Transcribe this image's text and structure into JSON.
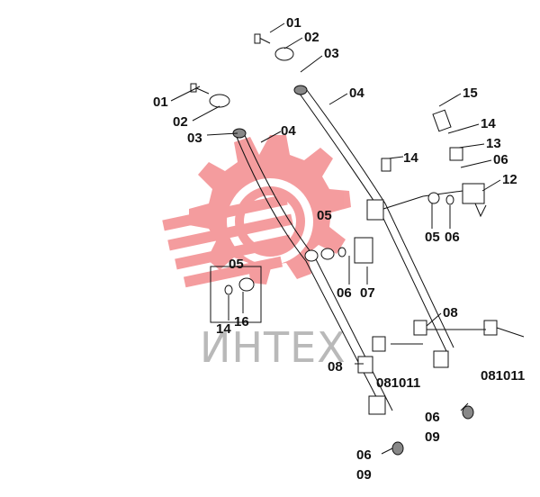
{
  "watermark": {
    "text": "ИНТЕХ",
    "logo_color": "#e8262b",
    "text_color": "#b9b9b9"
  },
  "callouts": {
    "c01_top": "01",
    "c02_top": "02",
    "c03_top": "03",
    "c04_right": "04",
    "c15": "15",
    "c14_right": "14",
    "c13": "13",
    "c06_right": "06",
    "c12": "12",
    "c01_left": "01",
    "c02_left": "02",
    "c03_left": "03",
    "c04_left": "04",
    "c14_mid": "14",
    "c05_mid": "05",
    "c05_right": "05",
    "c06_right_b": "06",
    "c06_mid": "06",
    "c07": "07",
    "c05_box": "05",
    "c14_box": "14",
    "c16_box": "16",
    "c08_right": "08",
    "c08_left": "08",
    "c081011_mid": "081011",
    "c081011_right": "081011",
    "c06_bottom_r": "06",
    "c09_bottom_r": "09",
    "c06_bottom_l": "06",
    "c09_bottom_l": "09"
  }
}
